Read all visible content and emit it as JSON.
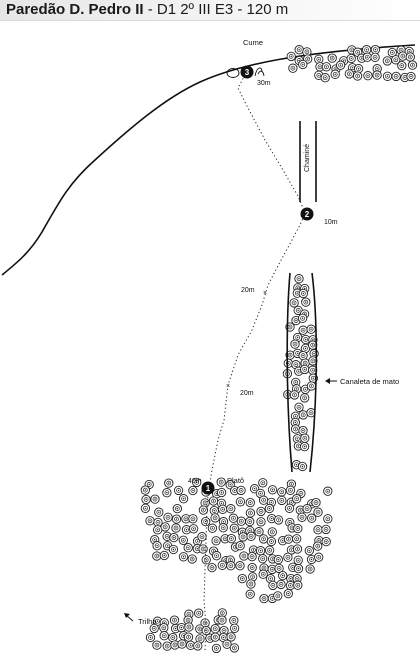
{
  "title": {
    "name": "Paredão D. Pedro II",
    "grade": " - D1 2º III E3 - 120 m"
  },
  "labels": {
    "summit": "Cume",
    "chimney": "Chaminé",
    "bush_gully": "Canaleta de mato",
    "plateau": "Platô",
    "trail": "Trilha"
  },
  "belays": [
    {
      "number": "1",
      "pitch_length": "40m"
    },
    {
      "number": "2",
      "pitch_length": "10m"
    },
    {
      "number": "3",
      "pitch_length": "30m"
    }
  ],
  "pitch_marks": [
    {
      "length": "20m"
    },
    {
      "length": "20m"
    }
  ],
  "icons": {
    "vegetation": "bush-icon",
    "trail_arrow": "arrow-up-left-icon",
    "gully_arrow": "arrow-left-icon",
    "belay": "numbered-circle-icon"
  },
  "colors": {
    "ink": "#111111",
    "header_band": "#e6e6e6"
  }
}
